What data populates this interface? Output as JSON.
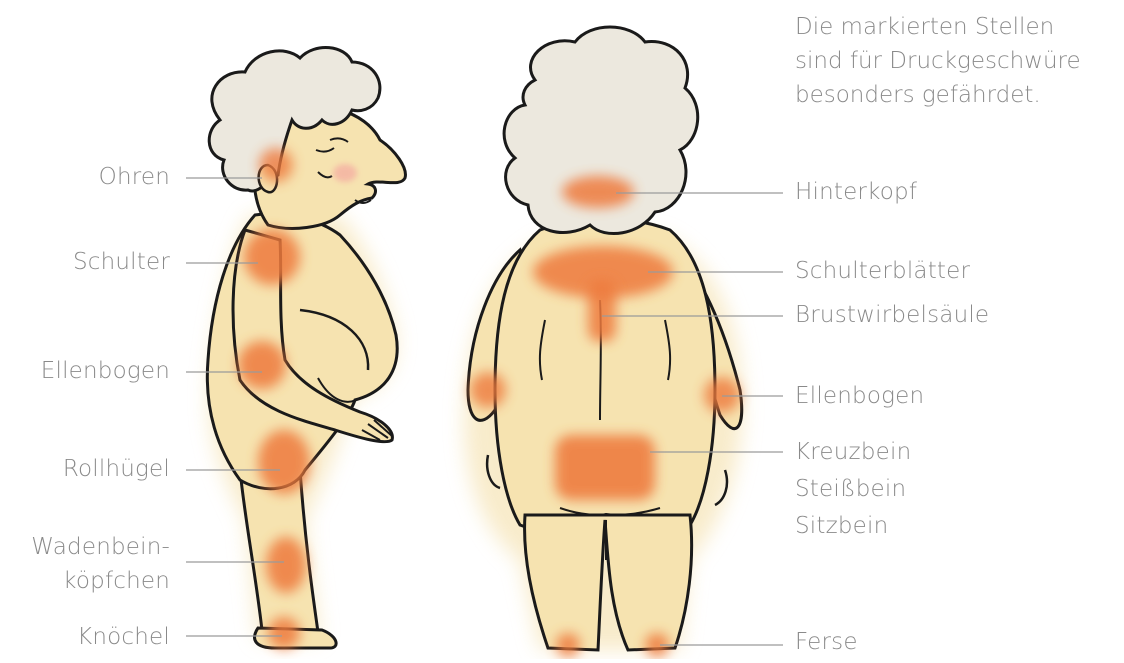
{
  "caption": {
    "line1": "Die markierten Stellen",
    "line2": "sind für Druckgeschwüre",
    "line3": "besonders gefährdet."
  },
  "side_view_labels": {
    "ohren": "Ohren",
    "schulter": "Schulter",
    "ellenbogen": "Ellenbogen",
    "rollhuegel": "Rollhügel",
    "wadenbein_line1": "Wadenbein-",
    "wadenbein_line2": "köpfchen",
    "knoechel": "Knöchel"
  },
  "back_view_labels": {
    "hinterkopf": "Hinterkopf",
    "schulterblaetter": "Schulterblätter",
    "brustwirbelsaeule": "Brustwirbelsäule",
    "ellenbogen": "Ellenbogen",
    "kreuzbein": "Kreuzbein",
    "steissbein": "Steißbein",
    "sitzbein": "Sitzbein",
    "ferse": "Ferse"
  },
  "colors": {
    "skin": "#f6e3b0",
    "skin_shadow": "#ecd193",
    "hair": "#ece8de",
    "pressure_spot": "#ee7a3c",
    "outline": "#1a1a1a",
    "label_text": "#8a8a8a",
    "leader_line": "#9a9a9a"
  }
}
